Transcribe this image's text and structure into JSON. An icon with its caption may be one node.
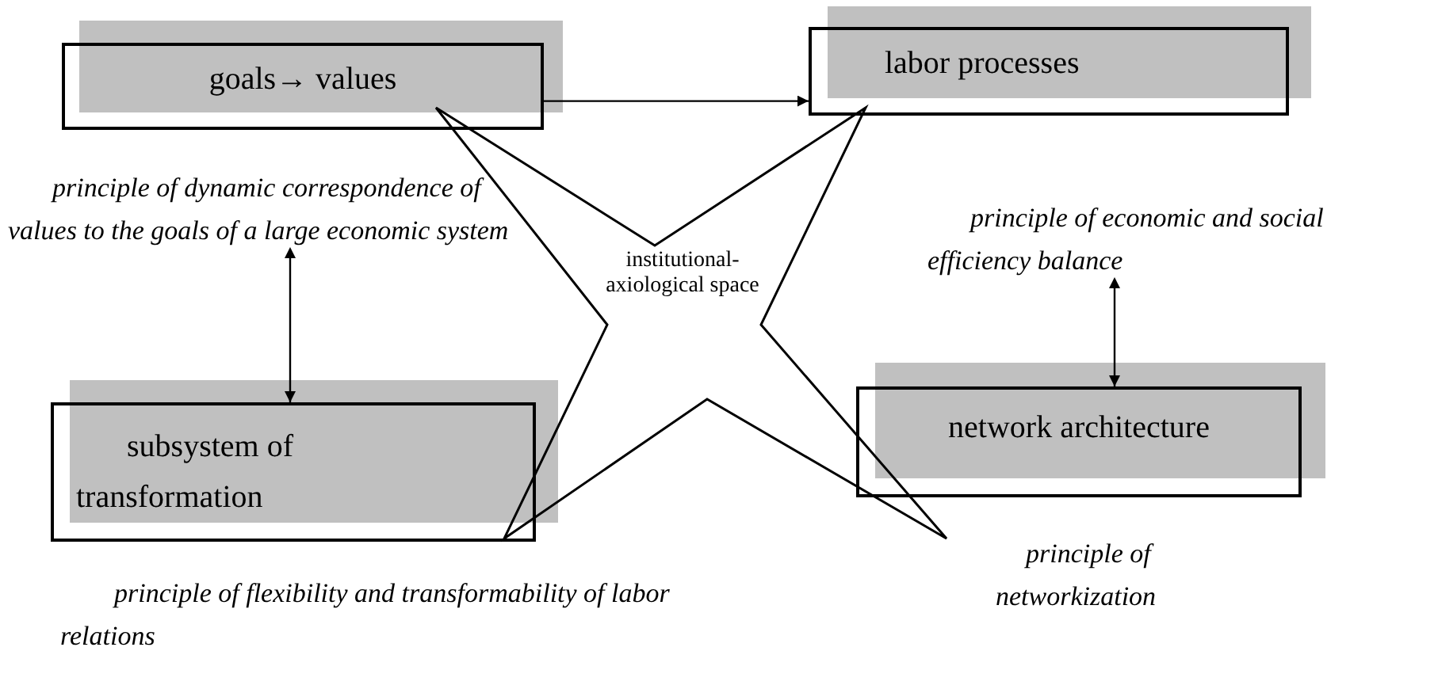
{
  "diagram": {
    "nodes": [
      {
        "text": [
          "goals→ values"
        ]
      },
      {
        "text": [
          "labor processes"
        ]
      },
      {
        "text": [
          "institutional-axiological space"
        ]
      },
      {
        "text": [
          "principle of dynamic correspondence of values to the goals of a large economic system"
        ]
      },
      {
        "text": [
          "subsystem of transformation"
        ]
      },
      {
        "text": [
          "principle of economic and social efficiency balance"
        ]
      },
      {
        "text": [
          "network architecture"
        ]
      }
    ],
    "edges": [
      {
        "from": 0,
        "to": 1,
        "arrow": "to"
      },
      {
        "from": 3,
        "to": 4,
        "arrow": "both"
      },
      {
        "from": 5,
        "to": 6,
        "arrow": "both"
      }
    ],
    "labels": [
      "principle of flexibility and transformability of labor relations",
      "principle of networkization"
    ]
  }
}
